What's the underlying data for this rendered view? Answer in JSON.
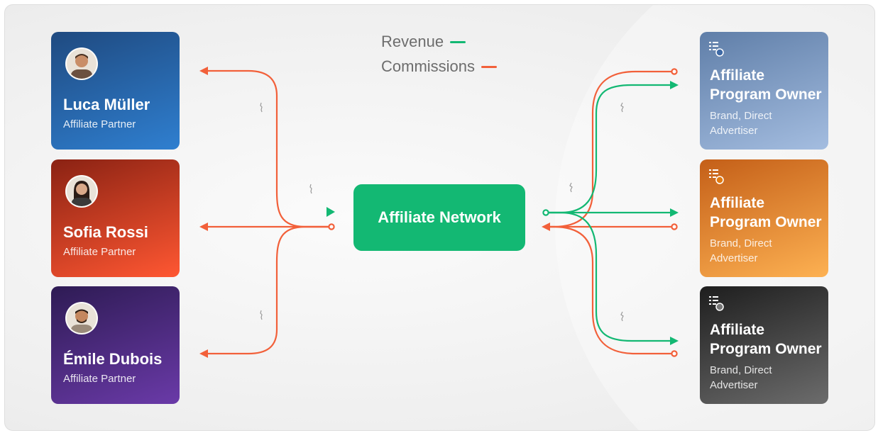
{
  "legend": {
    "revenue": {
      "label": "Revenue",
      "color": "#13b873"
    },
    "commissions": {
      "label": "Commissions",
      "color": "#f2603a"
    }
  },
  "network": {
    "label": "Affiliate Network",
    "color": "#13b873"
  },
  "partners": [
    {
      "name": "Luca Müller",
      "role": "Affiliate Partner",
      "avatar_icon": "person-avatar-icon",
      "colors": [
        "#1f4a80",
        "#2f7fd0"
      ]
    },
    {
      "name": "Sofia Rossi",
      "role": "Affiliate Partner",
      "avatar_icon": "person-avatar-icon",
      "colors": [
        "#8a2213",
        "#ff5732"
      ]
    },
    {
      "name": "Émile Dubois",
      "role": "Affiliate Partner",
      "avatar_icon": "person-avatar-icon",
      "colors": [
        "#2e1b54",
        "#6a3aa8"
      ]
    }
  ],
  "owners": [
    {
      "title_line1": "Affiliate",
      "title_line2": "Program Owner",
      "sub_line1": "Brand, Direct",
      "sub_line2": "Advertiser",
      "icon": "list-dollar-icon",
      "colors": [
        "#5f7ea8",
        "#a4bde0"
      ]
    },
    {
      "title_line1": "Affiliate",
      "title_line2": "Program Owner",
      "sub_line1": "Brand, Direct",
      "sub_line2": "Advertiser",
      "icon": "list-dollar-icon",
      "colors": [
        "#c45f18",
        "#fdb152"
      ]
    },
    {
      "title_line1": "Affiliate",
      "title_line2": "Program Owner",
      "sub_line1": "Brand, Direct",
      "sub_line2": "Advertiser",
      "icon": "list-dollar-icon",
      "colors": [
        "#1e1e1e",
        "#6c6c6c"
      ]
    }
  ]
}
